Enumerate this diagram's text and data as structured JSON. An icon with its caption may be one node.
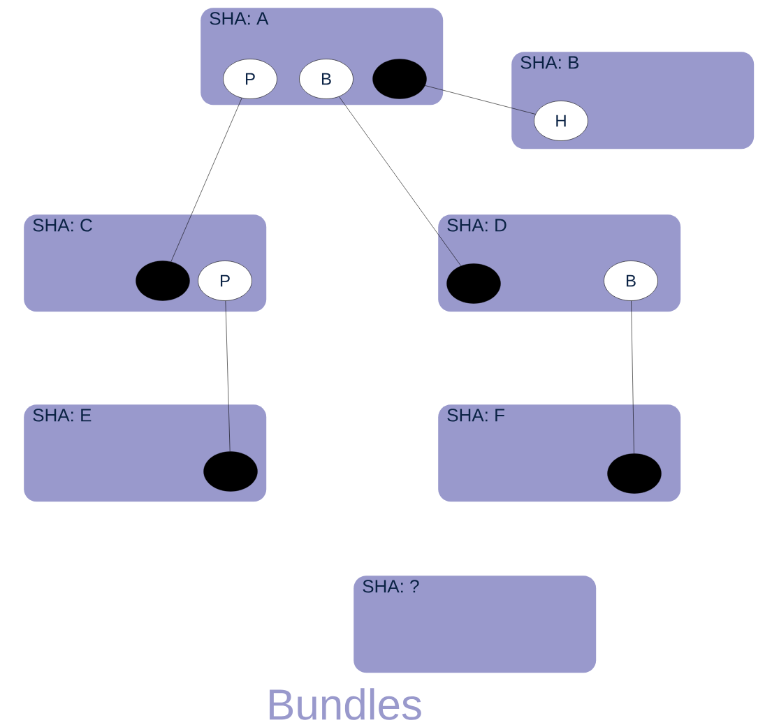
{
  "diagram": {
    "title": "Bundles",
    "nodes": [
      {
        "text": [
          "SHA: A"
        ]
      },
      {
        "text": [
          "P"
        ],
        "in": 0
      },
      {
        "text": [
          "B"
        ],
        "in": 0
      },
      {
        "text": [],
        "shape": "ellipse",
        "in": 0
      },
      {
        "text": [
          "SHA: B"
        ]
      },
      {
        "text": [
          "H"
        ],
        "in": 4
      },
      {
        "text": [
          "SHA: C"
        ]
      },
      {
        "text": [],
        "shape": "ellipse",
        "in": 6
      },
      {
        "text": [
          "P"
        ],
        "in": 6
      },
      {
        "text": [
          "SHA: D"
        ]
      },
      {
        "text": [],
        "shape": "ellipse",
        "in": 9
      },
      {
        "text": [
          "B"
        ],
        "in": 9
      },
      {
        "text": [
          "SHA: E"
        ]
      },
      {
        "text": [],
        "shape": "ellipse",
        "in": 12
      },
      {
        "text": [
          "SHA: F"
        ]
      },
      {
        "text": [],
        "shape": "ellipse",
        "in": 14
      },
      {
        "text": [
          "SHA: ?"
        ]
      }
    ],
    "edges": [
      {
        "from": 3,
        "to": 5,
        "arrow": "none"
      },
      {
        "from": 1,
        "to": 7,
        "arrow": "none"
      },
      {
        "from": 2,
        "to": 10,
        "arrow": "none"
      },
      {
        "from": 8,
        "to": 13,
        "arrow": "none"
      },
      {
        "from": 11,
        "to": 15,
        "arrow": "none"
      }
    ]
  }
}
